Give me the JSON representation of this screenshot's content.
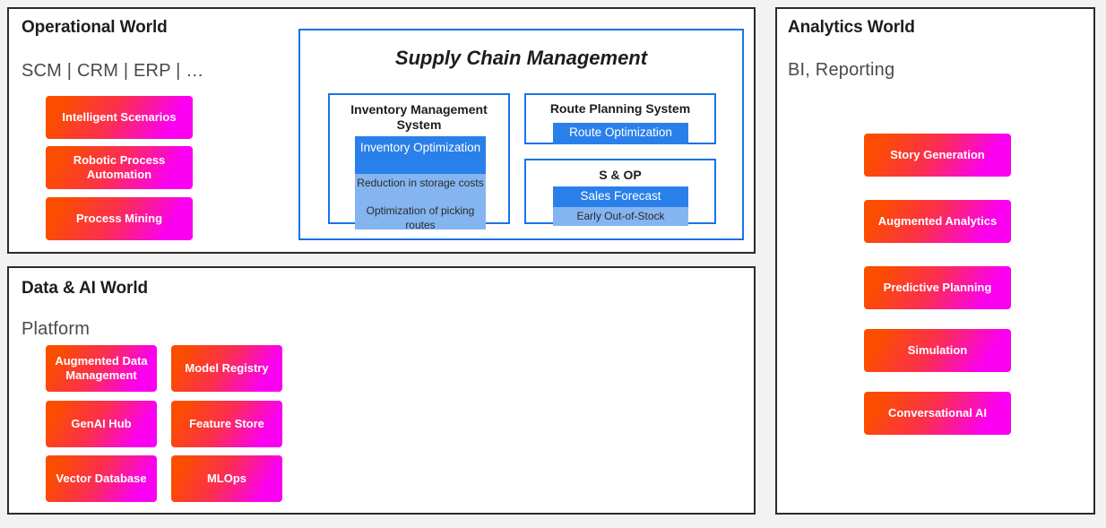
{
  "operational_world": {
    "title": "Operational World",
    "subtitle": "SCM | CRM | ERP | …",
    "chips": [
      {
        "label": "Intelligent Scenarios"
      },
      {
        "label": "Robotic Process Automation"
      },
      {
        "label": "Process Mining"
      }
    ],
    "scm": {
      "title": "Supply Chain Management",
      "border_color": "#1a73e8",
      "systems": [
        {
          "name": "Inventory Management System",
          "items": [
            {
              "label": "Inventory Optimization",
              "emphasis": "primary"
            },
            {
              "label": "Reduction in storage costs",
              "emphasis": "secondary"
            },
            {
              "label": "Optimization of picking routes",
              "emphasis": "secondary"
            }
          ]
        },
        {
          "name": "Route Planning System",
          "items": [
            {
              "label": "Route Optimization",
              "emphasis": "primary"
            }
          ]
        },
        {
          "name": "S & OP",
          "items": [
            {
              "label": "Sales Forecast",
              "emphasis": "primary"
            },
            {
              "label": "Early Out-of-Stock",
              "emphasis": "secondary"
            }
          ]
        }
      ]
    }
  },
  "data_ai_world": {
    "title": "Data & AI World",
    "subtitle": "Platform",
    "chips": [
      {
        "label": "Augmented Data Management"
      },
      {
        "label": "Model Registry"
      },
      {
        "label": "GenAI Hub"
      },
      {
        "label": "Feature Store"
      },
      {
        "label": "Vector Database"
      },
      {
        "label": "MLOps"
      }
    ]
  },
  "analytics_world": {
    "title": "Analytics World",
    "subtitle": "BI, Reporting",
    "chips": [
      {
        "label": "Story Generation"
      },
      {
        "label": "Augmented Analytics"
      },
      {
        "label": "Predictive Planning"
      },
      {
        "label": "Simulation"
      },
      {
        "label": "Conversational AI"
      }
    ]
  },
  "theme": {
    "page_background": "#f2f2f2",
    "panel_border": "#2b2b2b",
    "chip_gradient_start": "#fb4d00",
    "chip_gradient_end": "#fb00f0",
    "blue_accent": "#1a73e8",
    "blue_primary": "#2a80ea",
    "blue_secondary": "#84b5f0"
  }
}
